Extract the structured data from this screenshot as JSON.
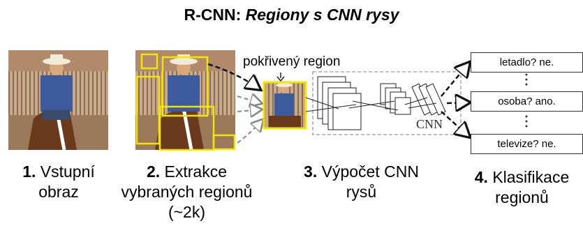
{
  "title": {
    "prefix": "R-CNN:",
    "suffix": "Regiony s CNN rysy"
  },
  "steps": [
    {
      "num": "1.",
      "line1": "Vstupní",
      "line2": "obraz",
      "line3": ""
    },
    {
      "num": "2.",
      "line1": "Extrakce",
      "line2": "vybraných regionů",
      "line3": "(~2k)"
    },
    {
      "num": "3.",
      "line1": "Výpočet CNN",
      "line2": "rysů",
      "line3": ""
    },
    {
      "num": "4.",
      "line1": "Klasifikace",
      "line2": "regionů",
      "line3": ""
    }
  ],
  "warped_label": "pokřivený region",
  "cnn_label": "CNN",
  "classifications": [
    "letadlo? ne.",
    "osoba? ano.",
    "televize? ne."
  ],
  "colors": {
    "region_box": "#f2e600",
    "arrow_dark": "#111111",
    "arrow_gray": "#888888"
  }
}
